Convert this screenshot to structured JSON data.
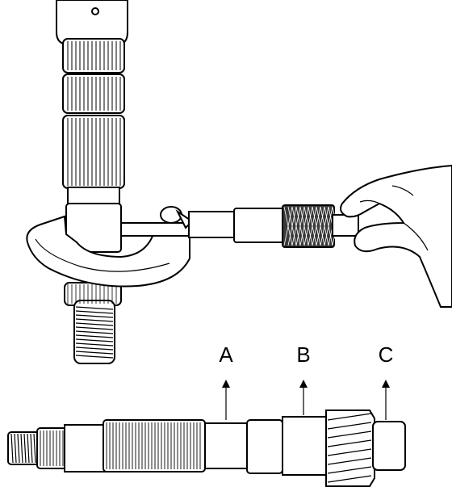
{
  "figure": {
    "labels": [
      {
        "id": "A",
        "text": "A"
      },
      {
        "id": "B",
        "text": "B"
      },
      {
        "id": "C",
        "text": "C"
      }
    ],
    "colors": {
      "ink": "#000000",
      "paper": "#ffffff"
    }
  }
}
